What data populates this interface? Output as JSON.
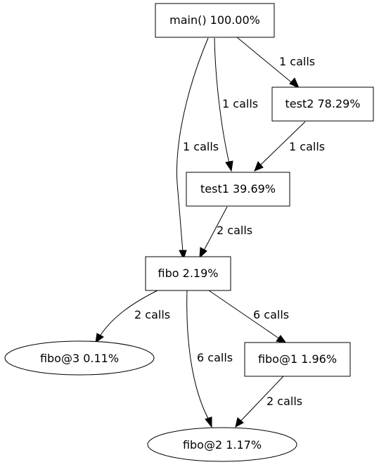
{
  "graph": {
    "nodes": {
      "main": "main() 100.00%",
      "test2": "test2 78.29%",
      "test1": "test1 39.69%",
      "fibo": "fibo 2.19%",
      "fibo3": "fibo@3 0.11%",
      "fibo1": "fibo@1 1.96%",
      "fibo2": "fibo@2 1.17%"
    },
    "edges": {
      "main_test2": "1 calls",
      "main_test1": "1 calls",
      "main_fibo": "1 calls",
      "test2_test1": "1 calls",
      "test1_fibo": "2 calls",
      "fibo_fibo3": "2 calls",
      "fibo_fibo1": "6 calls",
      "fibo_fibo2": "6 calls",
      "fibo1_fibo2": "2 calls"
    }
  }
}
